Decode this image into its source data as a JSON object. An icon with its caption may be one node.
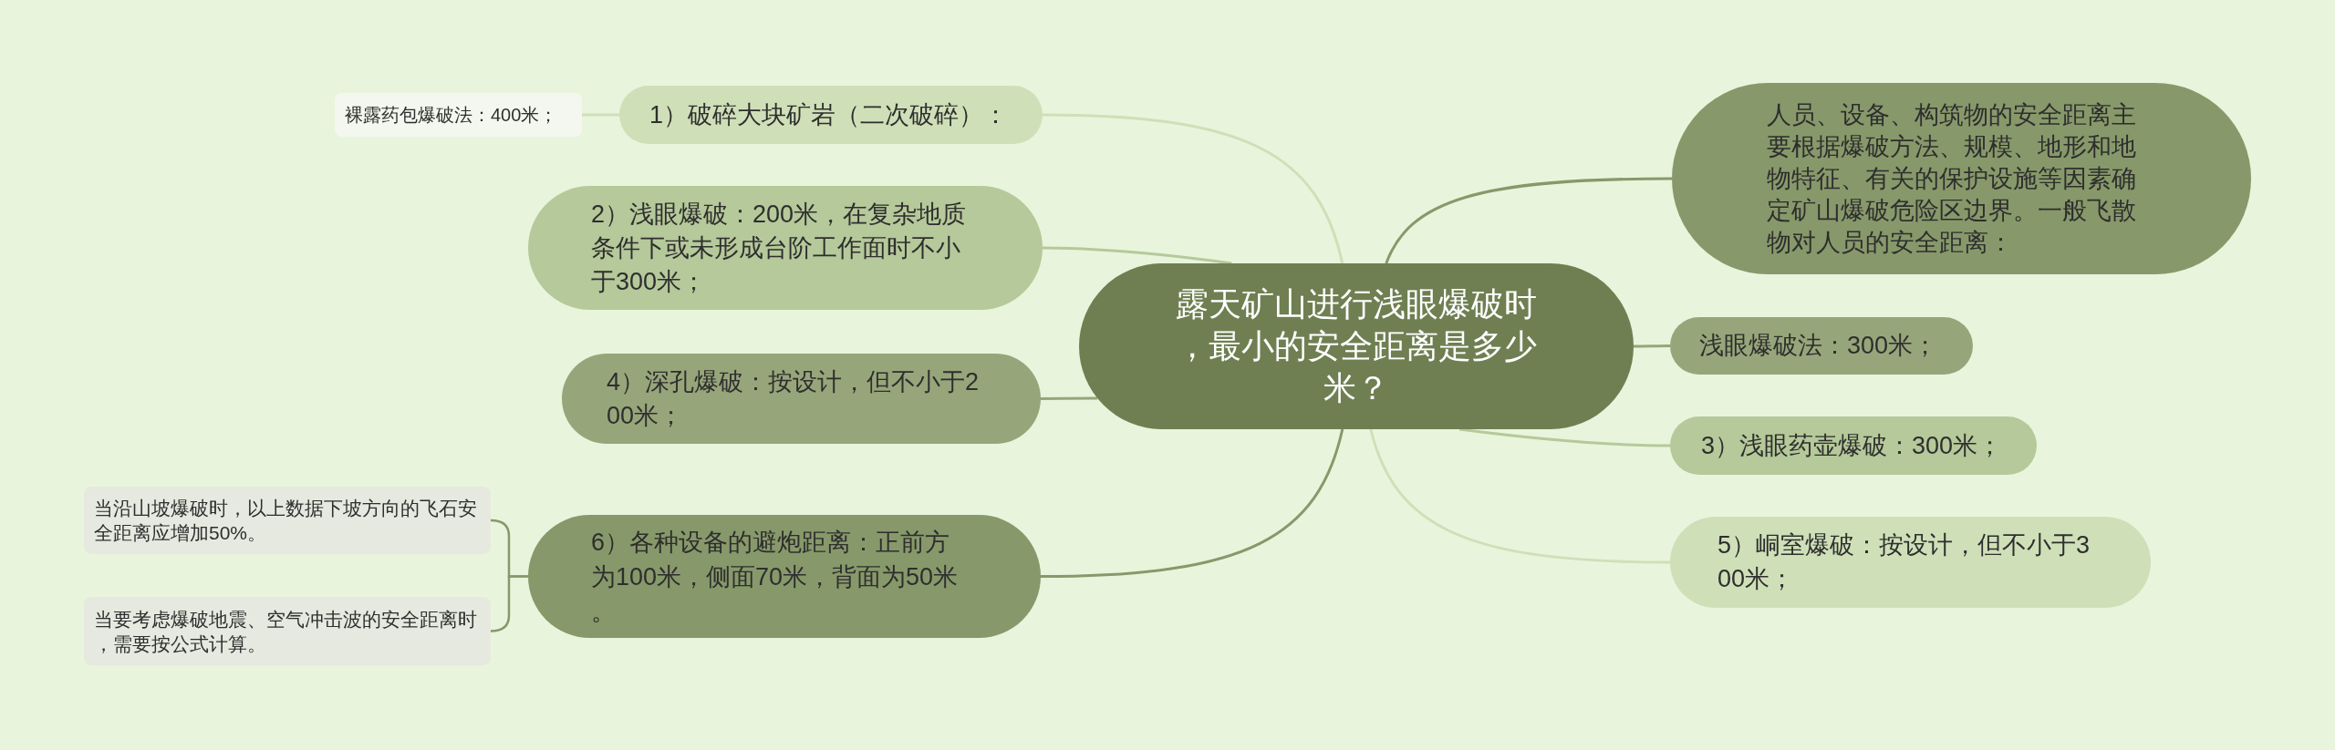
{
  "diagram": {
    "nodes": [
      {
        "text": [
          "露天矿山进行浅眼爆破时，最小的安全距离是多少米？"
        ]
      },
      {
        "text": [
          "人员、设备、构筑物的安全距离主要根据爆破方法、规模、地形和地物特征、有关的保护设施等因素确定矿山爆破危险区边界。一般飞散物对人员的安全距离："
        ]
      },
      {
        "text": [
          "浅眼爆破法：300米；"
        ]
      },
      {
        "text": [
          "1）破碎大块矿岩（二次破碎）："
        ]
      },
      {
        "text": [
          "裸露药包爆破法：400米；"
        ]
      },
      {
        "text": [
          "2）浅眼爆破：200米，在复杂地质条件下或未形成台阶工作面时不小于300米；"
        ]
      },
      {
        "text": [
          "3）浅眼药壶爆破：300米；"
        ]
      },
      {
        "text": [
          "4）深孔爆破：按设计，但不小于200米；"
        ]
      },
      {
        "text": [
          "5）峒室爆破：按设计，但不小于300米；"
        ]
      },
      {
        "text": [
          "6）各种设备的避炮距离：正前方为100米，侧面70米，背面为50米。"
        ]
      },
      {
        "text": [
          "当沿山坡爆破时，以上数据下坡方向的飞石安全距离应增加50%。"
        ]
      },
      {
        "text": [
          "当要考虑爆破地震、空气冲击波的安全距离时，需要按公式计算。"
        ]
      }
    ],
    "edges": [
      {
        "from": 0,
        "to": 1,
        "arrow": "none",
        "color": "#87996a"
      },
      {
        "from": 0,
        "to": 2,
        "arrow": "none",
        "color": "#97a67a"
      },
      {
        "from": 0,
        "to": 3,
        "arrow": "none",
        "color": "#cfe0b8"
      },
      {
        "from": 3,
        "to": 4,
        "arrow": "none",
        "color": "#cfe0b8"
      },
      {
        "from": 0,
        "to": 5,
        "arrow": "none",
        "color": "#b5c99a"
      },
      {
        "from": 0,
        "to": 6,
        "arrow": "none",
        "color": "#b5c99a"
      },
      {
        "from": 0,
        "to": 7,
        "arrow": "none",
        "color": "#97a67a"
      },
      {
        "from": 0,
        "to": 8,
        "arrow": "none",
        "color": "#cfe0b8"
      },
      {
        "from": 0,
        "to": 9,
        "arrow": "none",
        "color": "#87996a"
      },
      {
        "from": 9,
        "to": 10,
        "arrow": "none",
        "color": "#87996a"
      },
      {
        "from": 9,
        "to": 11,
        "arrow": "none",
        "color": "#87996a"
      }
    ]
  }
}
